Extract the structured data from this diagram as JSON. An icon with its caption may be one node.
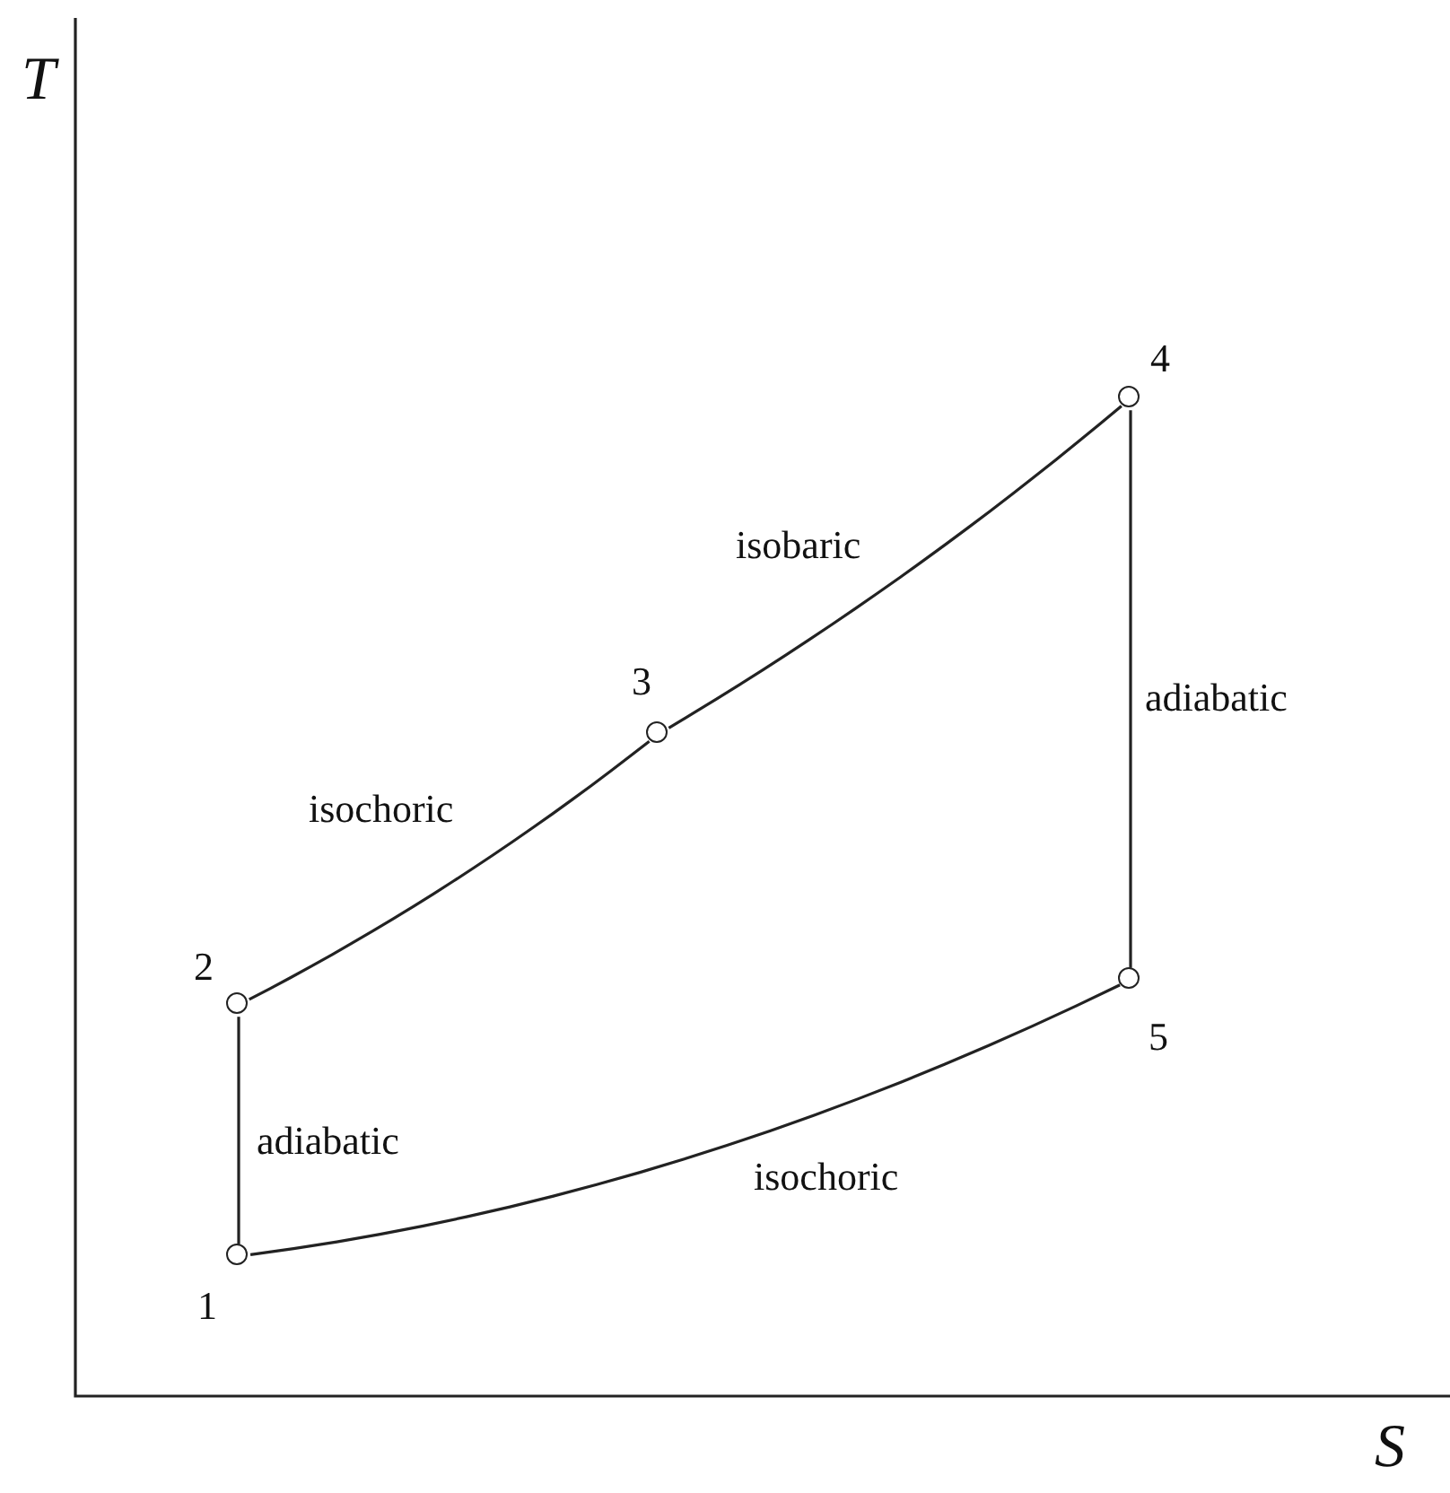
{
  "diagram": {
    "nodes": [
      {
        "text": [],
        "shape": "circle",
        "beside": [
          "1"
        ]
      },
      {
        "text": [],
        "shape": "circle",
        "beside": [
          "2"
        ]
      },
      {
        "text": [],
        "shape": "circle",
        "beside": [
          "3"
        ]
      },
      {
        "text": [],
        "shape": "circle",
        "beside": [
          "4"
        ]
      },
      {
        "text": [],
        "shape": "circle",
        "beside": [
          "5"
        ]
      }
    ],
    "edges": [
      {
        "from": 0,
        "to": 1,
        "arrow": "none",
        "label": "adiabatic"
      },
      {
        "from": 1,
        "to": 2,
        "arrow": "none",
        "label": "isochoric"
      },
      {
        "from": 2,
        "to": 3,
        "arrow": "none",
        "label": "isobaric"
      },
      {
        "from": 3,
        "to": 4,
        "arrow": "none",
        "label": "adiabatic"
      },
      {
        "from": 4,
        "to": 0,
        "arrow": "none",
        "label": "isochoric"
      }
    ],
    "labels": [
      "T",
      "S"
    ]
  }
}
